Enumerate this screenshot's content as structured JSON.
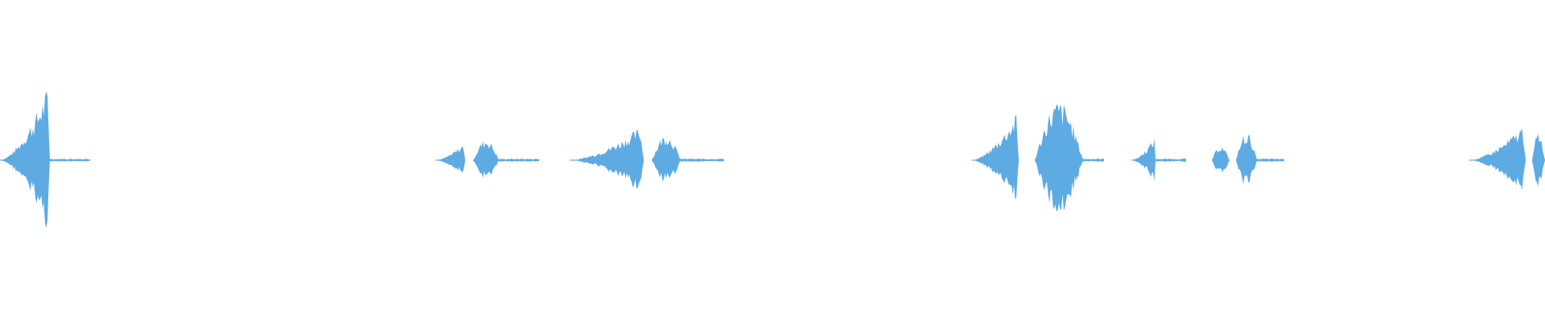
{
  "waveform": {
    "color": "#5eabe3",
    "background": "#ffffff",
    "duration_units": 1920,
    "segments": [
      {
        "start": 0,
        "end": 62,
        "peak": 0.96,
        "shape": "rise"
      },
      {
        "start": 62,
        "end": 112,
        "peak": 0.02,
        "shape": "tail"
      },
      {
        "start": 541,
        "end": 578,
        "peak": 0.22,
        "shape": "rise"
      },
      {
        "start": 588,
        "end": 620,
        "peak": 0.26,
        "shape": "bump"
      },
      {
        "start": 620,
        "end": 670,
        "peak": 0.02,
        "shape": "tail"
      },
      {
        "start": 708,
        "end": 800,
        "peak": 0.44,
        "shape": "rise"
      },
      {
        "start": 810,
        "end": 846,
        "peak": 0.32,
        "shape": "bump"
      },
      {
        "start": 846,
        "end": 900,
        "peak": 0.02,
        "shape": "tail"
      },
      {
        "start": 1208,
        "end": 1266,
        "peak": 0.62,
        "shape": "rise"
      },
      {
        "start": 1286,
        "end": 1346,
        "peak": 0.72,
        "shape": "bump"
      },
      {
        "start": 1346,
        "end": 1372,
        "peak": 0.02,
        "shape": "tail"
      },
      {
        "start": 1406,
        "end": 1436,
        "peak": 0.3,
        "shape": "rise"
      },
      {
        "start": 1436,
        "end": 1474,
        "peak": 0.02,
        "shape": "tail"
      },
      {
        "start": 1506,
        "end": 1528,
        "peak": 0.18,
        "shape": "bump"
      },
      {
        "start": 1536,
        "end": 1562,
        "peak": 0.34,
        "shape": "bump"
      },
      {
        "start": 1562,
        "end": 1596,
        "peak": 0.02,
        "shape": "tail"
      },
      {
        "start": 1826,
        "end": 1896,
        "peak": 0.46,
        "shape": "rise"
      },
      {
        "start": 1904,
        "end": 1920,
        "peak": 0.36,
        "shape": "bump"
      }
    ]
  }
}
